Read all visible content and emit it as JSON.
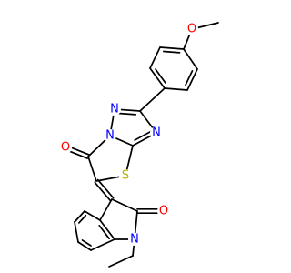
{
  "atom_colors": {
    "O": "#ff0000",
    "N": "#0000ff",
    "S": "#b2b200",
    "C": "#000000"
  },
  "atom_labels": [
    {
      "id": "o-methoxy",
      "text": "O",
      "element": "O"
    },
    {
      "id": "n-triazole-top",
      "text": "N",
      "element": "N"
    },
    {
      "id": "n-triazole-right",
      "text": "N",
      "element": "N"
    },
    {
      "id": "n-triazole-fused",
      "text": "N",
      "element": "N"
    },
    {
      "id": "o-carbonyl-thiazole",
      "text": "O",
      "element": "O"
    },
    {
      "id": "s-thiazole",
      "text": "S",
      "element": "S"
    },
    {
      "id": "o-carbonyl-indolinone",
      "text": "O",
      "element": "O"
    },
    {
      "id": "n-indolinone",
      "text": "N",
      "element": "N"
    }
  ]
}
